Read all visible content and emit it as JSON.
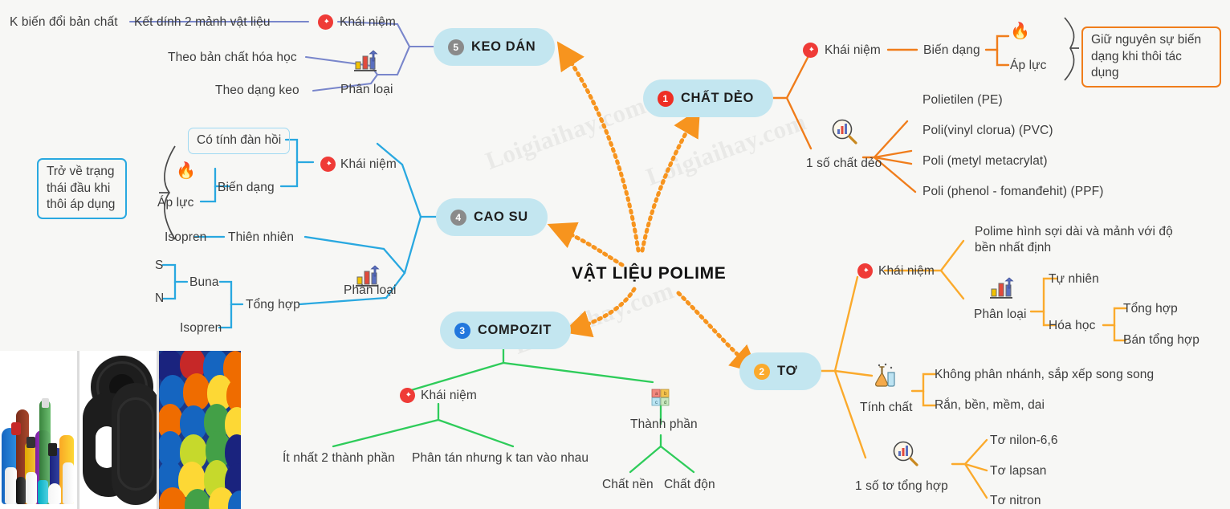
{
  "center": {
    "title": "VẬT LIỆU POLIME"
  },
  "watermark": {
    "text": "Loigiaihay.com"
  },
  "branches": {
    "keo_dan": {
      "id": "5",
      "label": "KEO DÁN",
      "color": "#7986cb",
      "badge_color": "#8a8a8a",
      "items": {
        "khai_niem": "Khái niệm",
        "ket_dinh": "Kết dính 2 mảnh vật liệu",
        "k_bien_doi": "K biến đổi bản chất",
        "phan_loai": "Phân loại",
        "theo_ban_chat": "Theo bản chất hóa học",
        "theo_dang_keo": "Theo dạng keo"
      }
    },
    "chat_deo": {
      "id": "1",
      "label": "CHẤT DẺO",
      "color": "#f07d1b",
      "badge_color": "#ee2e24",
      "items": {
        "khai_niem": "Khái niệm",
        "bien_dang": "Biến dạng",
        "ap_luc": "Áp lực",
        "note": "Giữ nguyên sự biến dạng khi thôi tác dụng",
        "mot_so": "1 số chất dẻo",
        "list": [
          "Polietilen (PE)",
          "Poli(vinyl clorua) (PVC)",
          "Poli (metyl metacrylat)",
          "Poli (phenol - fomanđehit) (PPF)"
        ]
      }
    },
    "cao_su": {
      "id": "4",
      "label": "CAO SU",
      "color": "#29a8e0",
      "badge_color": "#8a8a8a",
      "items": {
        "khai_niem": "Khái niệm",
        "dan_hoi": "Có tính đàn hồi",
        "bien_dang": "Biến dạng",
        "ap_luc": "Áp lực",
        "note": "Trở về trạng thái đầu khi thôi áp dụng",
        "phan_loai": "Phân loại",
        "thien_nhien": "Thiên nhiên",
        "isopren_tn": "Isopren",
        "tong_hop": "Tổng hợp",
        "buna": "Buna",
        "buna_s": "S",
        "buna_n": "N",
        "isopren_th": "Isopren"
      }
    },
    "compozit": {
      "id": "3",
      "label": "COMPOZIT",
      "color": "#2ecc5a",
      "badge_color": "#2277dd",
      "items": {
        "khai_niem": "Khái niệm",
        "it_nhat": "Ít nhất 2 thành phần",
        "phan_tan": "Phân tán nhưng k tan vào nhau",
        "thanh_phan": "Thành phần",
        "chat_nen": "Chất nền",
        "chat_don": "Chất độn"
      }
    },
    "to": {
      "id": "2",
      "label": "TƠ",
      "color": "#fbaa2c",
      "badge_color": "#fbaa2c",
      "items": {
        "khai_niem": "Khái niệm",
        "dinh_nghia": "Polime hình sợi dài và mảnh với độ bền nhất định",
        "phan_loai": "Phân loại",
        "tu_nhien": "Tự nhiên",
        "hoa_hoc": "Hóa học",
        "tong_hop": "Tổng hợp",
        "ban_tong_hop": "Bán tổng hợp",
        "tinh_chat": "Tính chất",
        "tc1": "Không phân nhánh, sắp xếp song song",
        "tc2": "Rắn, bền, mềm, dai",
        "mot_so": "1 số tơ tổng hợp",
        "list": [
          "Tơ nilon-6,6",
          "Tơ lapsan",
          "Tơ nitron"
        ]
      }
    }
  },
  "icons": {
    "pin": "pushpin-icon",
    "chart": "bar-chart-icon",
    "magnifier_chart": "magnifier-chart-icon",
    "flask": "flask-icon",
    "puzzle": "puzzle-blocks-icon",
    "fire": "🔥"
  },
  "photos": [
    {
      "name": "plastic-bottles-photo"
    },
    {
      "name": "tires-photo"
    },
    {
      "name": "colored-yarn-photo"
    }
  ]
}
